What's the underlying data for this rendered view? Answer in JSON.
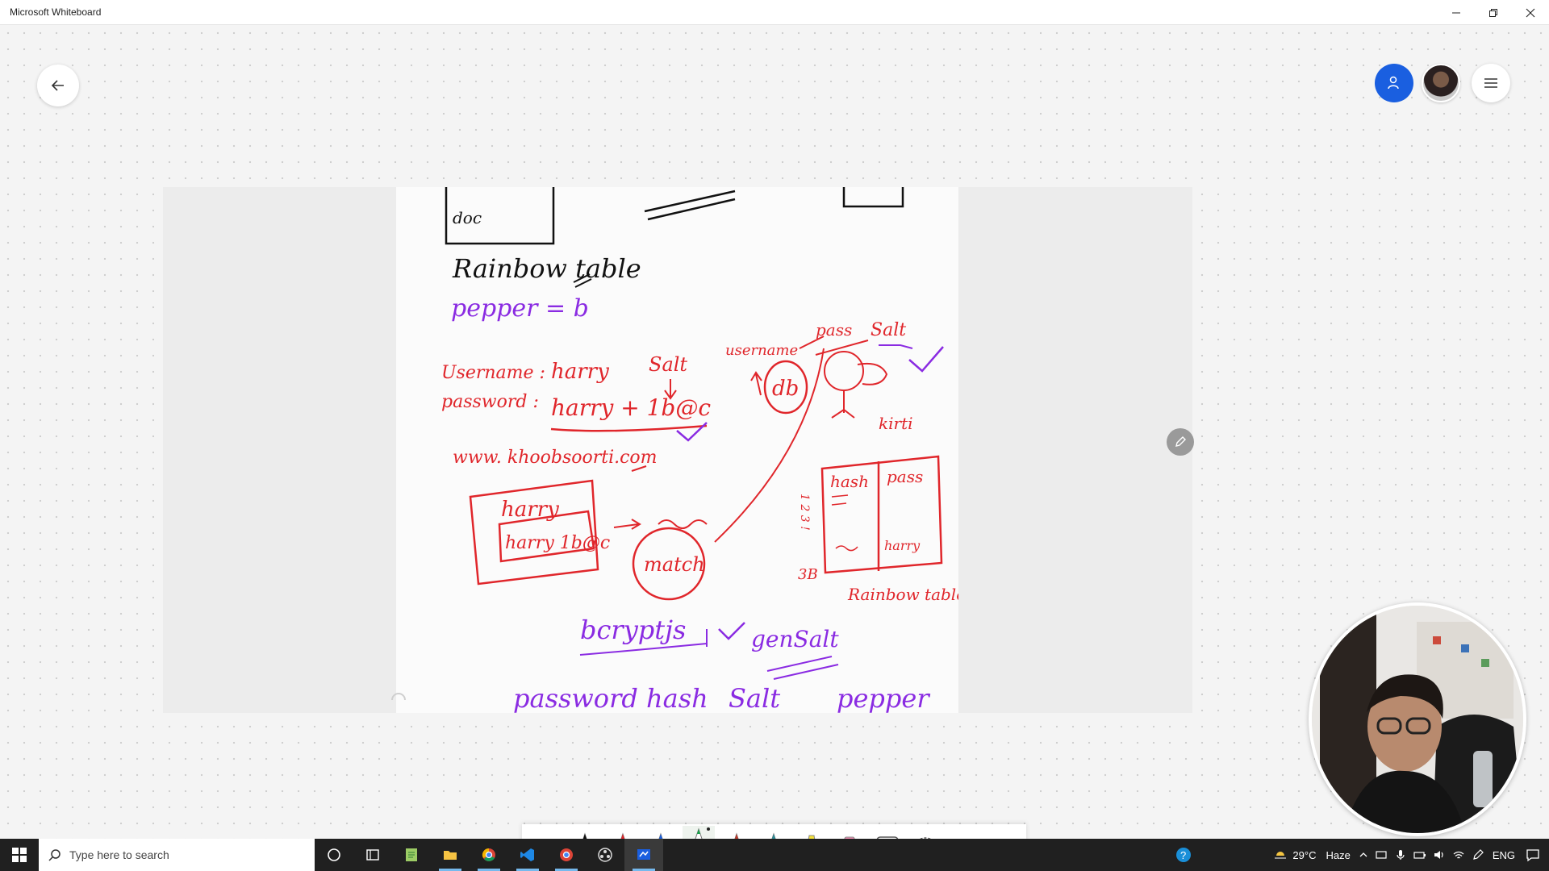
{
  "window": {
    "title": "Microsoft Whiteboard"
  },
  "header": {
    "back_icon": "arrow-left-icon",
    "invite_icon": "person-add-icon",
    "menu_icon": "hamburger-menu-icon"
  },
  "whiteboard_notes": {
    "top_box": "doc",
    "heading": "Rainbow table",
    "pepper_line": "pepper = b",
    "username_label": "Username :",
    "username_value": "harry",
    "password_label": "password :",
    "password_value": "harry + 1b@c",
    "salt_label": "Salt",
    "website": "www. khoobsoorti.com",
    "box_harry": "harry",
    "box_salted": "harry 1b@c",
    "match": "match",
    "db": "db",
    "diagram_username": "username",
    "diagram_pass": "pass",
    "diagram_salt": "Salt",
    "kirti": "kirti",
    "rainbow_head_hash": "hash",
    "rainbow_head_pass": "pass",
    "rainbow_last": "harry",
    "rainbow_rows": "1 2 3 !",
    "rainbow_count": "3B",
    "rainbow_caption": "Rainbow table",
    "bcrypt": "bcryptjs",
    "gensalt": "genSalt",
    "bottom_password_hash": "password hash",
    "bottom_salt": "Salt",
    "bottom_pepper": "pepper"
  },
  "toolbar": {
    "tools": [
      "check-icon",
      "black-pen-icon",
      "red-pen-icon",
      "blue-pen-icon",
      "green-pen-icon",
      "red-marker-icon",
      "teal-pen-icon",
      "highlighter-icon",
      "eraser-icon",
      "ruler-icon",
      "lasso-icon",
      "undo-icon",
      "redo-icon"
    ],
    "selected_tool": "green-pen-icon"
  },
  "taskbar": {
    "search_placeholder": "Type here to search",
    "temperature": "29°C",
    "weather": "Haze",
    "language": "ENG"
  },
  "colors": {
    "ink_red": "#e0262b",
    "ink_purple": "#8a2be2",
    "ink_black": "#111111",
    "accent_blue": "#1a5fe0"
  }
}
